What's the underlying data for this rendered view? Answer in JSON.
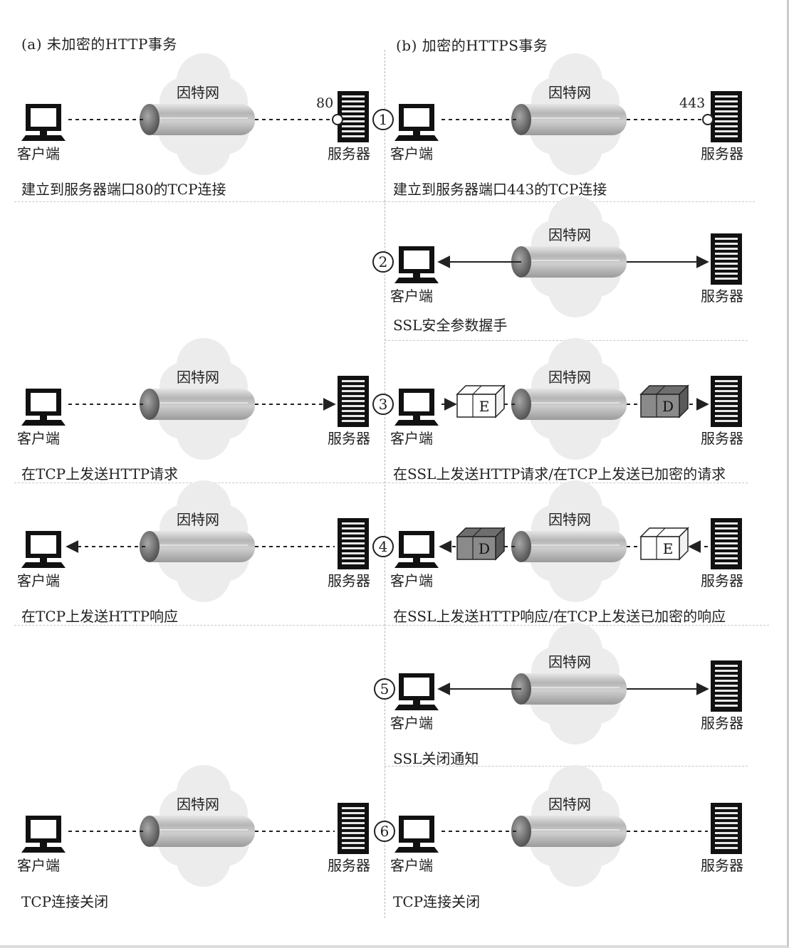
{
  "headings": {
    "left": "(a) 未加密的HTTP事务",
    "right": "(b) 加密的HTTPS事务"
  },
  "labels": {
    "internet": "因特网",
    "client": "客户端",
    "server": "服务器",
    "port_http": "80",
    "port_https": "443",
    "encrypt_box": "E",
    "decrypt_box": "D"
  },
  "steps": [
    {
      "num": "1",
      "left_caption": "建立到服务器端口80的TCP连接",
      "right_caption": "建立到服务器端口443的TCP连接"
    },
    {
      "num": "2",
      "left_caption": "",
      "right_caption": "SSL安全参数握手"
    },
    {
      "num": "3",
      "left_caption": "在TCP上发送HTTP请求",
      "right_caption": "在SSL上发送HTTP请求/在TCP上发送已加密的请求"
    },
    {
      "num": "4",
      "left_caption": "在TCP上发送HTTP响应",
      "right_caption": "在SSL上发送HTTP响应/在TCP上发送已加密的响应"
    },
    {
      "num": "5",
      "left_caption": "",
      "right_caption": "SSL关闭通知"
    },
    {
      "num": "6",
      "left_caption": "TCP连接关闭",
      "right_caption": "TCP连接关闭"
    }
  ],
  "colors": {
    "ink": "#222222",
    "pipe": "#b8b8b8",
    "cloud": "#ececec",
    "encrypted_box": "#8a8a8a"
  }
}
